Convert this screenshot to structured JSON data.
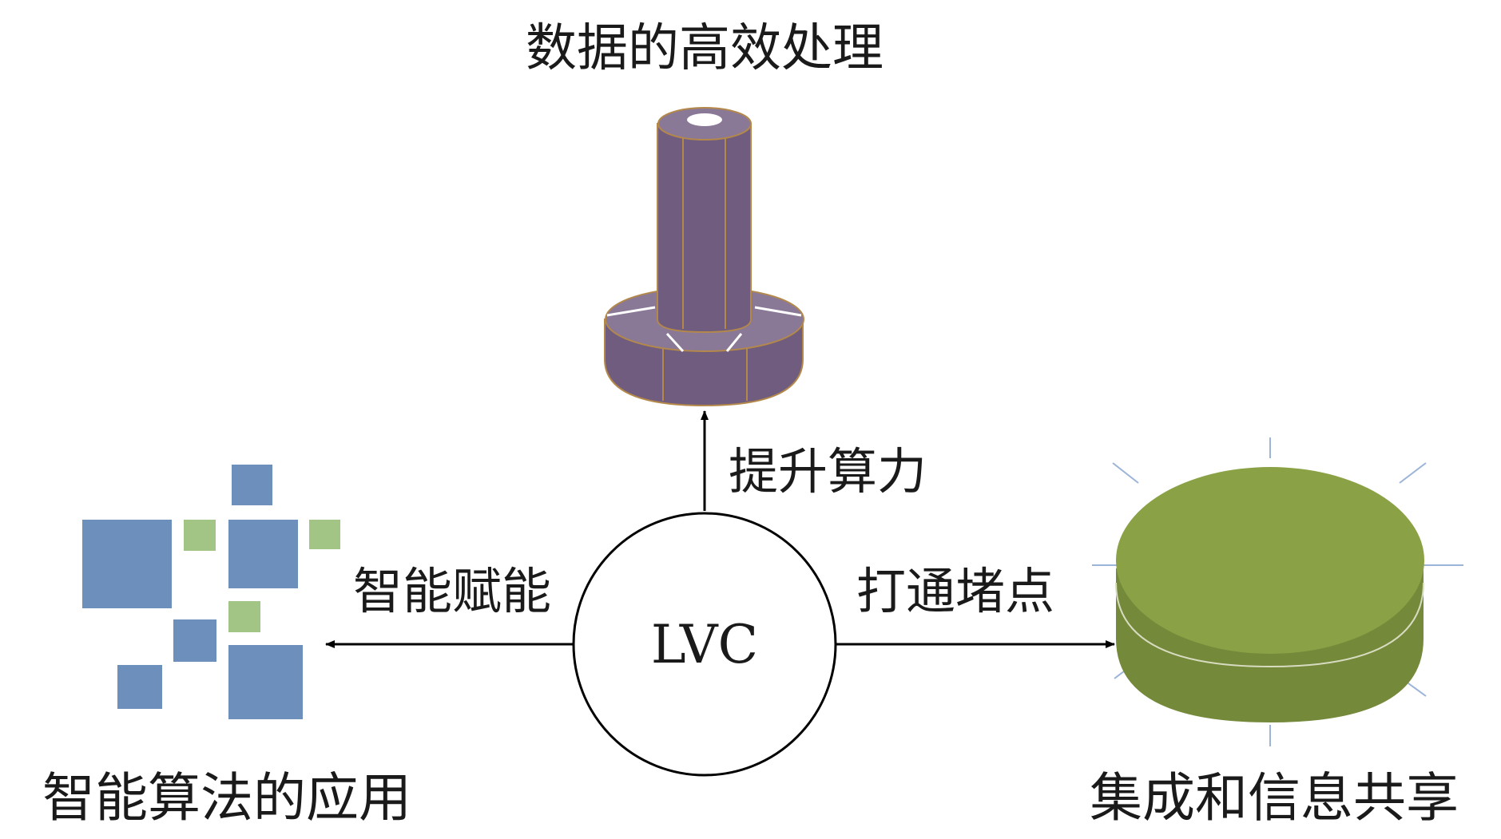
{
  "center": {
    "label": "LVC"
  },
  "top": {
    "title": "数据的高效处理",
    "arrow_label": "提升算力"
  },
  "left": {
    "title": "智能算法的应用",
    "arrow_label": "智能赋能"
  },
  "right": {
    "title": "集成和信息共享",
    "arrow_label": "打通堵点"
  },
  "colors": {
    "purple_tool": "#6f5c7e",
    "purple_tool_light": "#8a7897",
    "purple_edge": "#b3884a",
    "blue_square": "#6d8fbb",
    "green_square": "#a2c585",
    "olive_disc": "#8aa146",
    "olive_disc_dark": "#75893a",
    "glow_lines": "#9bb4d8"
  },
  "icons": {
    "top": "server-tower-icon",
    "left": "square-grid-icon",
    "right": "disc-database-icon"
  }
}
